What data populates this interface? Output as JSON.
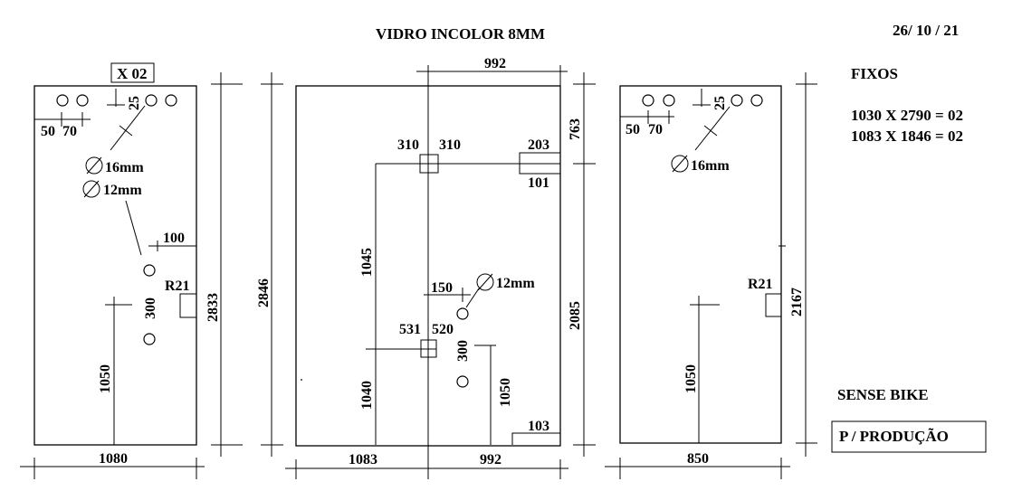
{
  "header": {
    "title": "VIDRO INCOLOR 8MM",
    "date": "26/ 10 / 21"
  },
  "notes": {
    "fixos_label": "FIXOS",
    "fixo_line_1": "1030 X 2790 = 02",
    "fixo_line_2": "1083 X 1846 = 02",
    "client": "SENSE BIKE",
    "stamp": "P / PRODUÇÃO"
  },
  "panel_left": {
    "quantity_tag": "X 02",
    "dim_hole_top": "25",
    "dim_hole_x1": "50",
    "dim_hole_x2": "70",
    "hole_big": "16mm",
    "hole_small": "12mm",
    "dim_offset": "100",
    "dim_spacing": "300",
    "radius": "R21",
    "dim_height": "2833",
    "dim_bottom": "1050",
    "dim_width": "1080",
    "diameter_symbol": "∅"
  },
  "panel_center": {
    "dim_top": "992",
    "dim_top_right": "763",
    "dim_notch_a": "310",
    "dim_notch_b": "310",
    "dim_notch_c": "203",
    "dim_notch_d": "101",
    "dim_vertical_left": "1045",
    "dim_height": "2846",
    "dim_offset": "150",
    "hole_small": "12mm",
    "dim_right_height": "2085",
    "dim_mid_a": "531",
    "dim_mid_b": "520",
    "dim_spacing": "300",
    "dim_lower_left": "1040",
    "dim_lower_right": "1050",
    "dim_corner": "103",
    "dim_bottom_left": "1083",
    "dim_bottom_right": "992",
    "diameter_symbol": "∅"
  },
  "panel_right": {
    "dim_hole_top": "25",
    "dim_hole_x1": "50",
    "dim_hole_x2": "70",
    "hole_big": "16mm",
    "radius": "R21",
    "dim_height": "2167",
    "dim_bottom": "1050",
    "dim_width": "850",
    "diameter_symbol": "∅"
  }
}
